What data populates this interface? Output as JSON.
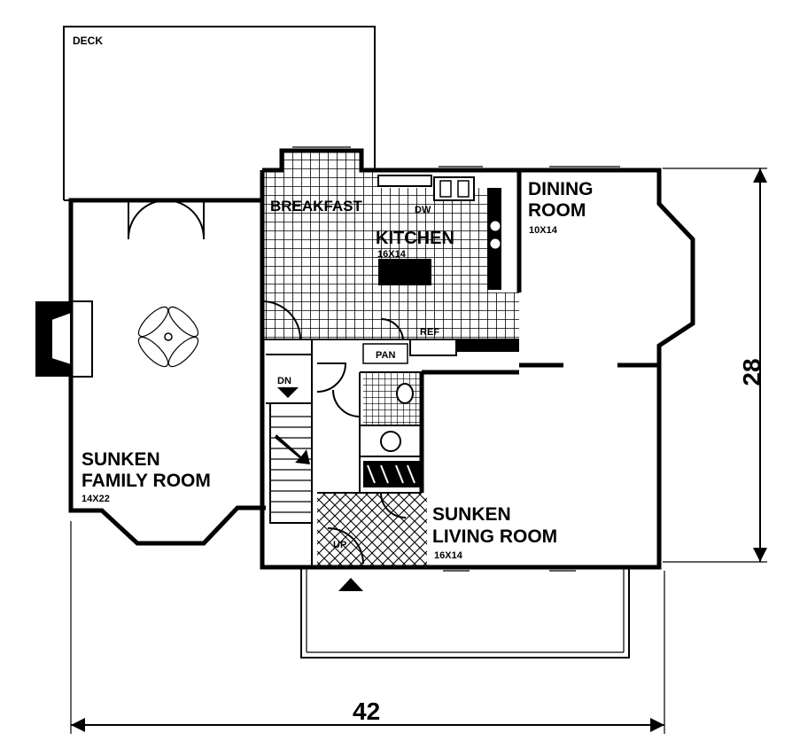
{
  "labels": {
    "deck": "DECK",
    "breakfast": "BREAKFAST",
    "dw": "DW",
    "kitchen": "KITCHEN",
    "kitchen_size": "16X14",
    "dining_line1": "DINING",
    "dining_line2": "ROOM",
    "dining_size": "10X14",
    "family_line1": "SUNKEN",
    "family_line2": "FAMILY ROOM",
    "family_size": "14X22",
    "living_line1": "SUNKEN",
    "living_line2": "LIVING ROOM",
    "living_size": "16X14",
    "dn": "DN",
    "pan": "PAN",
    "ref": "REF",
    "up": "UP"
  },
  "dimensions": {
    "width": "42",
    "depth": "28"
  },
  "colors": {
    "ink": "#000000",
    "paper": "#ffffff"
  }
}
